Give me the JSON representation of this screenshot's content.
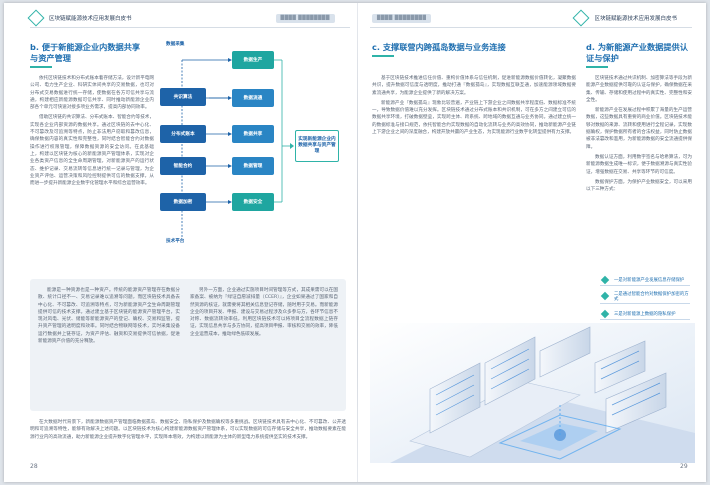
{
  "header": {
    "left_title": "区块链赋能源技术应用发展白皮书",
    "left_pill": "████ ████████",
    "right_pill": "████ ████████",
    "right_title": "区块链赋能源技术应用发展白皮书"
  },
  "left_page": {
    "section_b": {
      "title_line1": "b. 便于新能源企业内数据共享",
      "title_line2": "与资产管理"
    },
    "col1_paragraphs": [
      "依托区块链技术和分布式账本着存储方法，设计新平电网公司、电力生产企业、科研实体间共享的交易数据，也可对分布式交易数据进行统一存储，使数据在各方可信共享与流通，构建相应新能源数据可信共享、同时推动新能源企业内部各个单元可快速对接多项业务需求，提高内部协同效率。",
      "借助区块链的共识算法、分布式账本、智能合约等技术，实现各企业内部资源的数据共享。通过区块链的去中心化、不可篡改及可追溯等特点，防止非法用户窃取和篡改信息，确保数据内容的真实性和完整性，同时结合智能合约对数据操作进行权限管理，保障数据资源的安全访问。在此基础上，构建以区块链为核心的新能源资产管理体系，实现对企业各类资产信息的全生命周期管理，对新能源资产的运行状态、维护记录、交易流转等信息进行统一记录与管理，为企业资产评估、运营决策和风险控制提供可信的数据支撑，从而进一步提升新能源企业数字化管理水平和综合运营效率。"
    ],
    "diagram": {
      "top_label": "数据采集",
      "bottom_label": "技术平台",
      "left_items": [
        "共识算法",
        "分布式账本",
        "智能合约",
        "数据加密"
      ],
      "right_items": [
        "数据生产",
        "数据流通",
        "数据共享",
        "数据管理",
        "数据安全"
      ],
      "summary": "实现新能源企业内数据共享与资产管理"
    },
    "box_left": "能源是一种资源也是一种资产。传统的能源资产管理存在数据分散、统计口径不一、交易记录难以追溯等问题，而区块链技术具备去中心化、不可篡改、可追溯等特点，可为新能源资产全生命周期管理提供可信的技术支撑。通过建立基于区块链的能源资产管理平台，实现对风电、光伏、储能等新能源资产的登记、确权、交易和监管，提升资产管理的透明度和效率。同时结合物联网等技术，实时采集设备运行数据并上链存证，为资产评估、融资和交易提供可信依据，促进新能源资产价值的充分释放。",
    "box_right": "另外一方面，企业通过实施项目时间管理等方式，其成果需可以在国家备案、被纳为『绿证自愿减排量（CCER）』，企业如果通过了国家和自然资源的核证，就需要将其相关信息登记存储，随时用于交易。而新能源企业的项目开发、申报、建设与交易过程涉及众多参与方，各环节信息不对称、数据流转效率低，利用区块链技术可以将项目全流程数据上链存证，实现信息共享与多方协同，提高项目申报、审核和交易的效率，降低企业运营成本，推动绿色低碳发展。",
    "bottom_paragraph": "在大数据时代背景下，新能源数据资产管理面临数据孤岛、数据安全、隐私保护及数据确权等多重挑战。区块链技术具有去中心化、不可篡改、公开透明和可追溯等特性，能够有效解决上述问题。以区块链技术为核心构建新能源数据资产管理体系，可以实现数据的可信存储与安全共享，推动数据要素在能源行业内的高效流通，助力新能源企业提升数字化管理水平，实现降本增效，为构建以新能源为主体的新型电力系统提供坚实的技术支撑。",
    "page_number": "28"
  },
  "right_page": {
    "section_c": {
      "title": "c. 支撑联营内跨孤岛数据与业务连接"
    },
    "c_paragraphs": [
      "基于区块链技术推进信任价值、重构价值体系与信任机制，促进新能源数据价值转化，凝聚数据共识，提升数据可信度与透明度，推动打通『数据孤岛』，实现数据互联互通，加速能源领域数据要素流通共享，为能源企业提供了新的解决方案。",
      "新能源产业『数据孤岛』现象比较普遍，产业链上下游企业之间数据共享程度低、数据标准不统一，导致数据价值难以充分发挥。区块链技术通过分布式账本和共识机制，可在多方之间建立可信的数据共享环境，打破数据壁垒，实现跨主体、跨系统、跨地域的数据互通与业务协同。通过建立统一的数据标准与接口规范，依托智能合约实现数据的自动化流转与业务的高效协同，推动新能源产业链上下游企业之间的深度融合，构建开放共赢的产业生态，为实现能源行业数字化转型提供有力支撑。"
    ],
    "section_d": {
      "title_line1": "d. 为新能源产业数据提供认",
      "title_line2": "证与保护"
    },
    "d_paragraphs": [
      "区块链技术通过共识机制、加密算法等手段为新能源产业数据提供可靠的认证与保护，确保数据在采集、传输、存储和使用过程中的真实性、完整性和安全性。",
      "新能源产业在发展过程中积累了海量的生产运营数据，这些数据具有重要的商业价值。区块链技术能够对数据的来源、流转和使用进行全程记录，实现数据确权，保护数据所有者的合法权益，同时防止数据被非法篡改和滥用，为新能源数据的安全流通提供保障。",
      "数据认证方面，利用数字签名与哈希算法，可为新能源数据生成唯一标识，便于数据溯源与真实性验证，增强数据在交易、共享等环节的可信度。",
      "数据保护方面，为保护产业数据安全，可以采用以下三种方式："
    ],
    "d_bars": [
      "一是对新能源产业发展信息存储保护",
      "二是通过智能合约对数据保护加密的方式",
      "三是对新能源上数据的隐私保护"
    ],
    "page_number": "29"
  },
  "colors": {
    "accent_blue": "#1f6fb0",
    "accent_teal": "#2fb3a8",
    "diagram_dark": "#1e63a8",
    "box_bg": "#eef2f6"
  }
}
